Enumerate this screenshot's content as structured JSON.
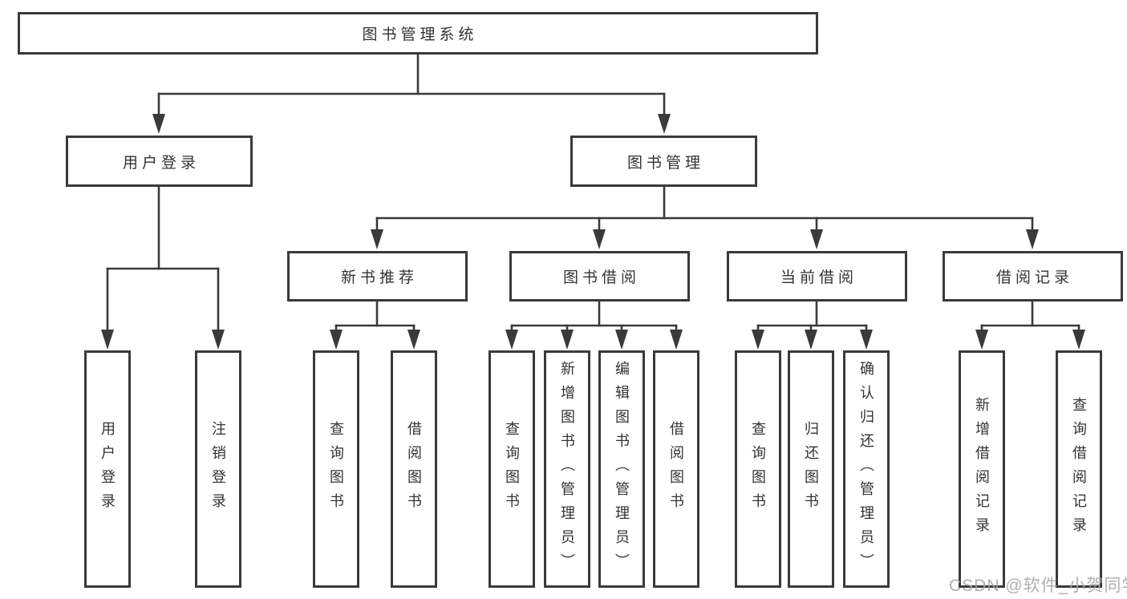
{
  "tree": {
    "root": {
      "label": "图书管理系统"
    },
    "level2": [
      {
        "label": "用户登录",
        "children": [
          {
            "label": "用户登录"
          },
          {
            "label": "注销登录"
          }
        ]
      },
      {
        "label": "图书管理",
        "children": [
          {
            "label": "新书推荐",
            "children": [
              {
                "label": "查询图书"
              },
              {
                "label": "借阅图书"
              }
            ]
          },
          {
            "label": "图书借阅",
            "children": [
              {
                "label": "查询图书"
              },
              {
                "label": "新增图书（管理员）"
              },
              {
                "label": "编辑图书（管理员）"
              },
              {
                "label": "借阅图书"
              }
            ]
          },
          {
            "label": "当前借阅",
            "children": [
              {
                "label": "查询图书"
              },
              {
                "label": "归还图书"
              },
              {
                "label": "确认归还（管理员）"
              }
            ]
          },
          {
            "label": "借阅记录",
            "children": [
              {
                "label": "新增借阅记录"
              },
              {
                "label": "查询借阅记录"
              }
            ]
          }
        ]
      }
    ]
  },
  "watermark": "CSDN @软件_小贺同学",
  "colors": {
    "line": "#3a3a3a",
    "text": "#333333",
    "watermark": "#a5a5a5",
    "background": "#ffffff"
  }
}
